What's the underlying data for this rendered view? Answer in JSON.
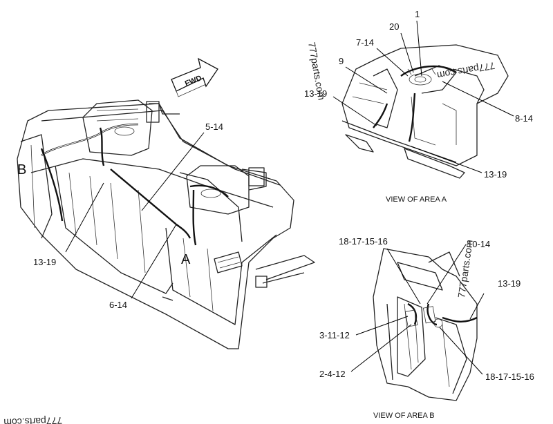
{
  "fwd_arrow": "FWD",
  "area_markers": {
    "a": "A",
    "b": "B"
  },
  "main_view": {
    "callouts": [
      "5-14",
      "13-19",
      "6-14"
    ]
  },
  "view_a": {
    "caption": "VIEW OF AREA A",
    "callouts": [
      "1",
      "20",
      "7-14",
      "9",
      "13-19",
      "8-14",
      "13-19"
    ]
  },
  "view_b": {
    "caption": "VIEW OF AREA B",
    "callouts": [
      "18-17-15-16",
      "10-14",
      "13-19",
      "3-11-12",
      "2-4-12",
      "18-17-15-16"
    ]
  },
  "watermarks": [
    "777parts.com",
    "777parts.com",
    "777parts.com",
    "777parts.com"
  ]
}
